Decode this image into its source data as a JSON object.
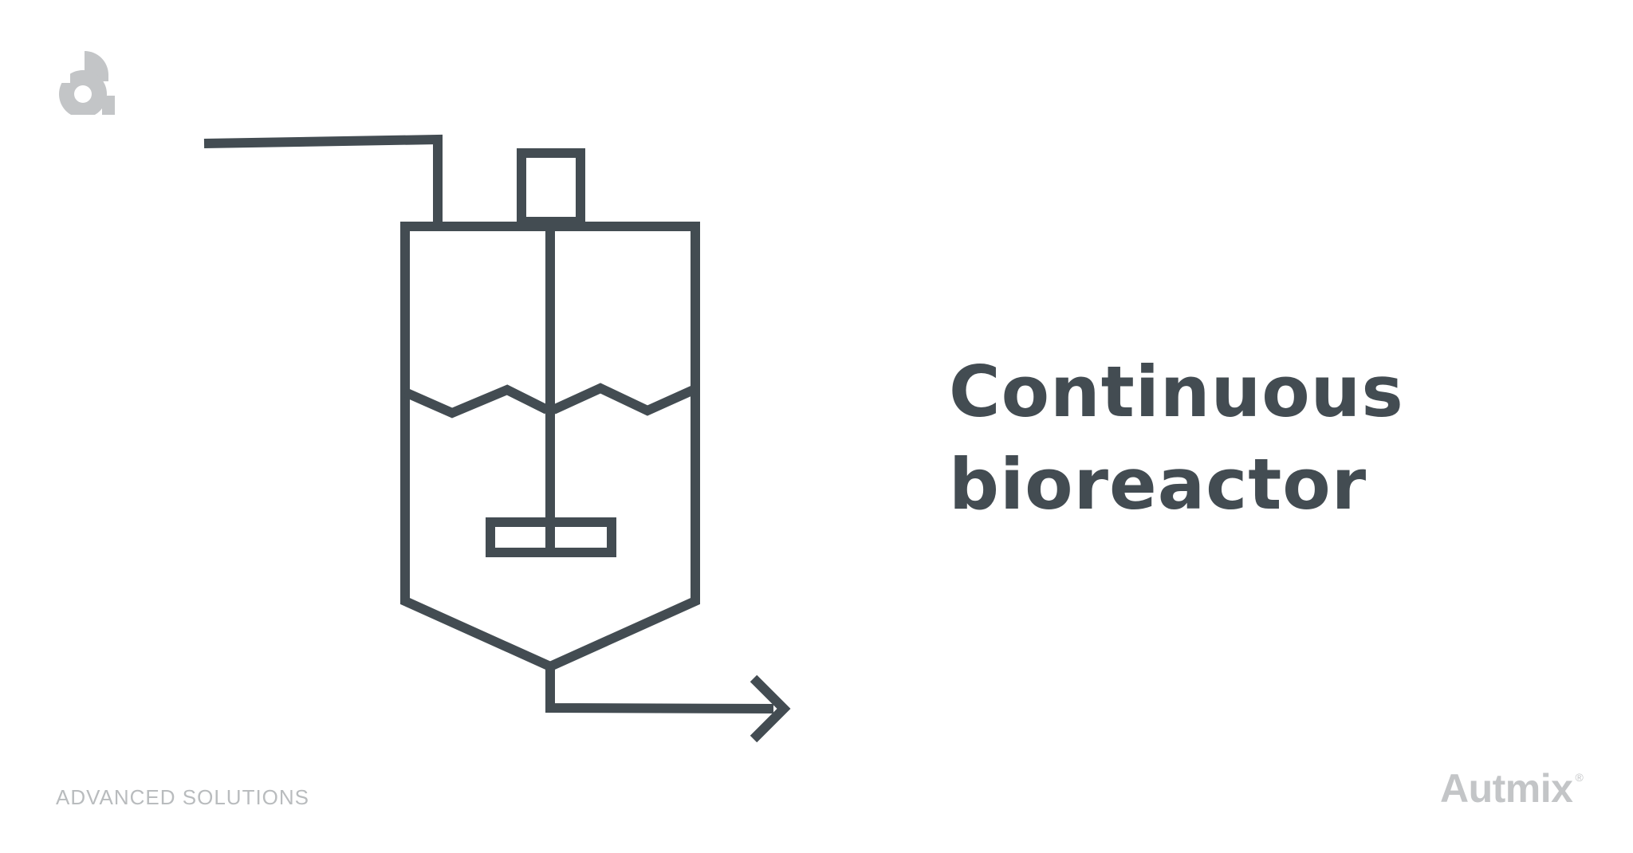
{
  "title": {
    "line1": "Continuous",
    "line2": "bioreactor"
  },
  "footer": {
    "tagline": "ADVANCED SOLUTIONS",
    "brand": "Autmix",
    "registered_mark": "®"
  },
  "colors": {
    "stroke": "#434c52",
    "title": "#434c52",
    "logo": "#c3c5c7",
    "footer_text": "#b9bcbe"
  },
  "icons": {
    "logo": "autmix-logo-mark",
    "diagram": "continuous-bioreactor-diagram"
  }
}
